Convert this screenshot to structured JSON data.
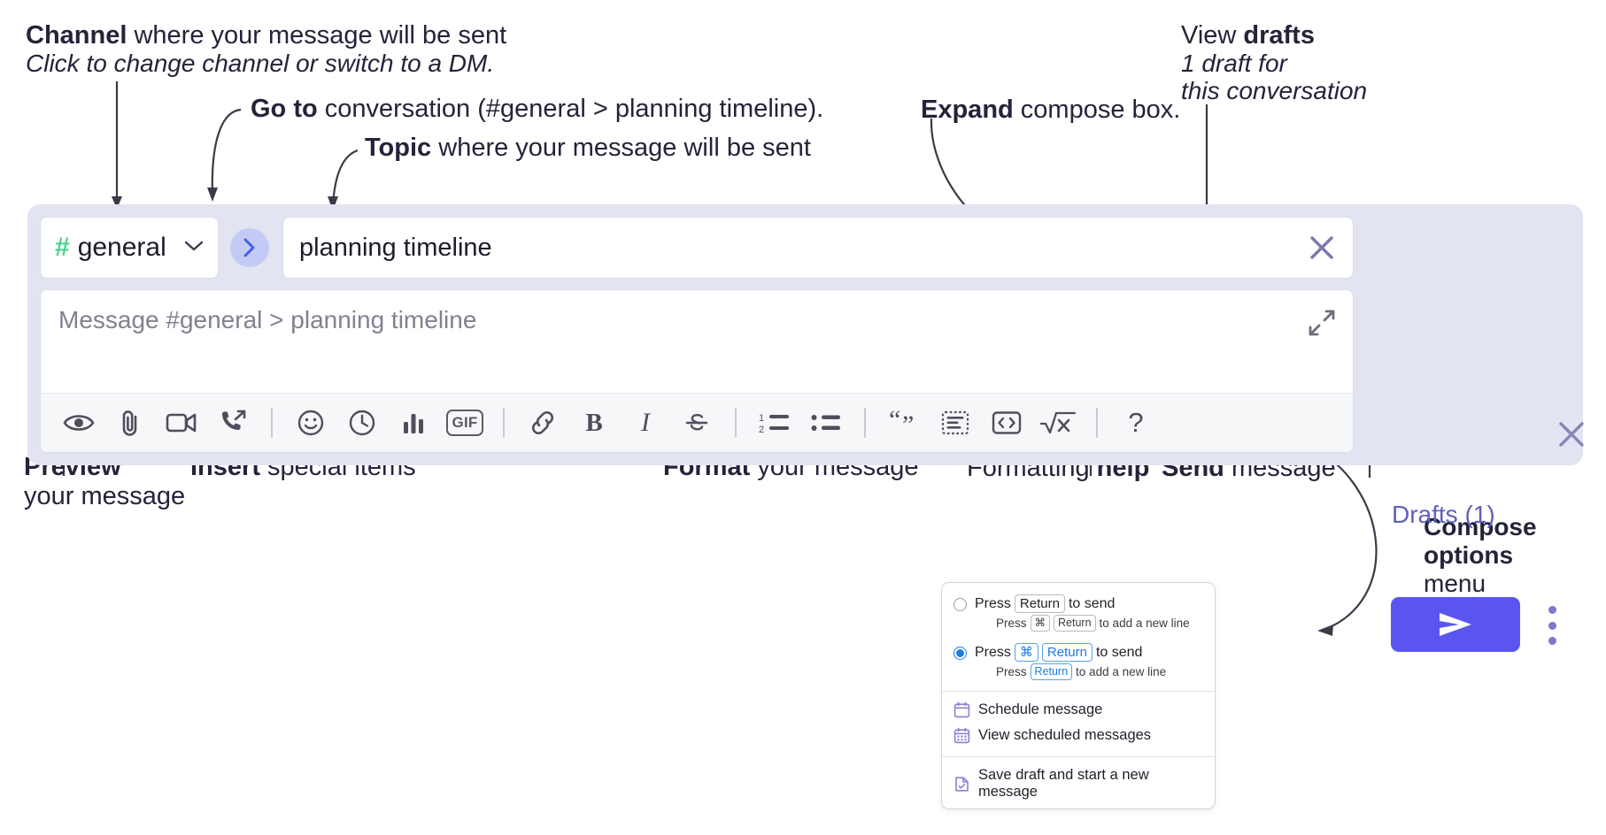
{
  "annotations": {
    "channel": {
      "bold": "Channel",
      "rest": " where your message will be sent",
      "italic": "Click to change channel or switch to a DM."
    },
    "goto": {
      "bold": "Go to",
      "rest": " conversation (#general > planning timeline)."
    },
    "topic": {
      "bold": "Topic",
      "rest": " where your message will be sent"
    },
    "expand": {
      "bold": "Expand",
      "rest": " compose box."
    },
    "drafts": {
      "prefix": "View ",
      "bold": "drafts",
      "italic1": "1 draft for",
      "italic2": "this conversation"
    },
    "preview": {
      "bold": "Preview",
      "rest": "your message"
    },
    "insert": {
      "bold": "Insert",
      "rest": " special items"
    },
    "format": {
      "bold": "Format",
      "rest": " your message"
    },
    "formatting_help": {
      "prefix": "Formatting ",
      "bold": "help"
    },
    "send": {
      "bold": "Send",
      "rest": " message"
    },
    "compose_options": {
      "bold1": "Compose",
      "bold2": "options",
      "rest": "menu"
    }
  },
  "compose": {
    "channel_button": {
      "hash": "#",
      "name": "general",
      "chevron": "⌄"
    },
    "go_to_label": "go-to-conversation",
    "topic_value": "planning timeline",
    "message_placeholder": "Message #general > planning timeline",
    "drafts_label": "Drafts (1)",
    "toolbar": [
      {
        "name": "preview-icon",
        "label": "Preview"
      },
      {
        "name": "attachment-icon",
        "label": "Attach file"
      },
      {
        "name": "video-camera-icon",
        "label": "Record video clip"
      },
      {
        "name": "phone-arrow-icon",
        "label": "Huddle"
      },
      {
        "name": "divider",
        "label": ""
      },
      {
        "name": "emoji-icon",
        "label": "Emoji"
      },
      {
        "name": "clock-icon",
        "label": "Reminder"
      },
      {
        "name": "bar-chart-icon",
        "label": "Poll"
      },
      {
        "name": "gif-icon",
        "label": "GIF"
      },
      {
        "name": "divider",
        "label": ""
      },
      {
        "name": "link-icon",
        "label": "Link"
      },
      {
        "name": "bold-icon",
        "label": "B"
      },
      {
        "name": "italic-icon",
        "label": "I"
      },
      {
        "name": "strikethrough-icon",
        "label": "S"
      },
      {
        "name": "divider",
        "label": ""
      },
      {
        "name": "ordered-list-icon",
        "label": "Ordered list"
      },
      {
        "name": "bulleted-list-icon",
        "label": "Bulleted list"
      },
      {
        "name": "divider",
        "label": ""
      },
      {
        "name": "blockquote-icon",
        "label": "Blockquote"
      },
      {
        "name": "code-block-icon",
        "label": "Code block"
      },
      {
        "name": "code-icon",
        "label": "Code"
      },
      {
        "name": "math-icon",
        "label": "Math"
      },
      {
        "name": "divider",
        "label": ""
      },
      {
        "name": "help-icon",
        "label": "?"
      }
    ]
  },
  "menu": {
    "options": [
      {
        "selected": false,
        "line": {
          "pre": "Press",
          "key": "Return",
          "post": "to send"
        },
        "sub": {
          "pre": "Press",
          "key1": "⌘",
          "key2": "Return",
          "post": "to add a new line"
        }
      },
      {
        "selected": true,
        "line": {
          "pre": "Press",
          "key1": "⌘",
          "key2": "Return",
          "post": "to send"
        },
        "sub": {
          "pre": "Press",
          "key": "Return",
          "post": "to add a new line"
        }
      }
    ],
    "items": [
      {
        "icon": "calendar-icon",
        "label": "Schedule message"
      },
      {
        "icon": "calendar-grid-icon",
        "label": "View scheduled messages"
      },
      {
        "icon": "save-draft-icon",
        "label": "Save draft and start a new message"
      }
    ]
  },
  "colors": {
    "compose_bg": "#e2e4f1",
    "send_button": "#5b55f0",
    "hash_green": "#4ecf8f",
    "drafts_purple": "#615fbd",
    "radio_blue": "#1f7be0"
  }
}
